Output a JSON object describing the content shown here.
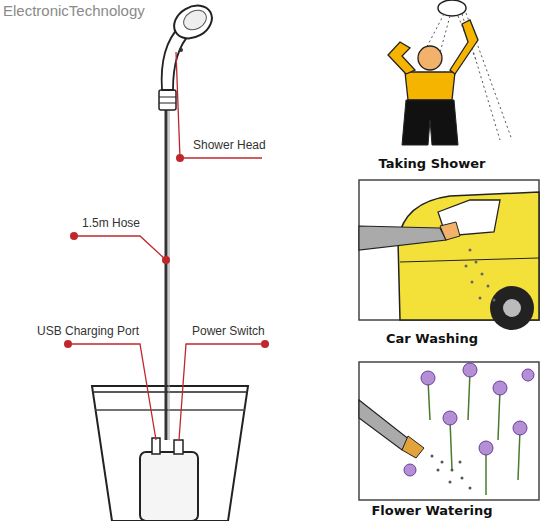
{
  "diagram": {
    "labels": [
      "ElectronicTechnology",
      "Shower Head",
      "1.5m Hose",
      "USB Charging Port",
      "Power Switch",
      "Taking Shower",
      "Car Washing",
      "Flower Watering"
    ]
  }
}
